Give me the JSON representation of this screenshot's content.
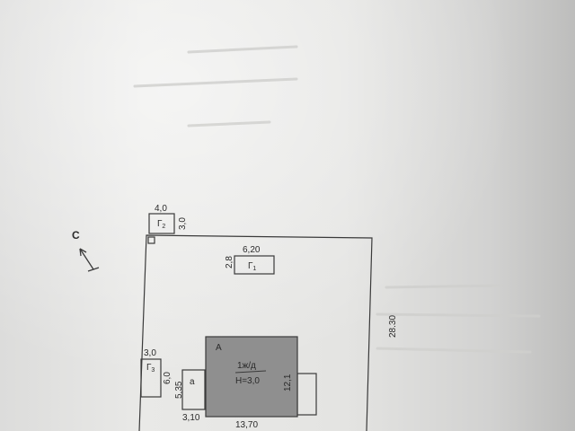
{
  "plan": {
    "north_label": "С",
    "plot_depth": "28.30",
    "main_house": {
      "label": "А",
      "floors": "1ж/д",
      "height": "H=3,0",
      "width": "13,70",
      "depth": "12,1"
    },
    "annex": {
      "label": "а",
      "width": "3,10",
      "depth": "5,35"
    },
    "garage_1": {
      "label": "Г",
      "index": "1",
      "width": "6,20",
      "depth": "2,8"
    },
    "garage_2": {
      "label": "Г",
      "index": "2",
      "width": "4,0",
      "depth": "3,0"
    },
    "garage_3": {
      "label": "Г",
      "index": "3",
      "width": "3,0",
      "depth": "6,0"
    }
  },
  "colors": {
    "house_fill": "#8f8f8f",
    "line": "#3a3a3a",
    "paper": "#e6e6e4"
  }
}
